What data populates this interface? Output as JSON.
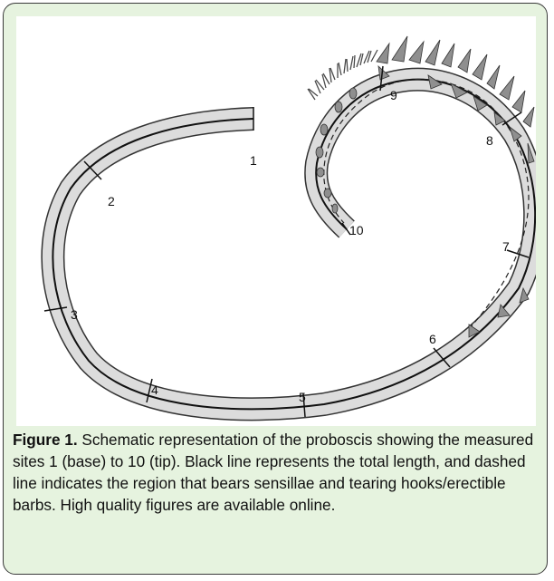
{
  "figure": {
    "site_labels": [
      "1",
      "2",
      "3",
      "4",
      "5",
      "6",
      "7",
      "8",
      "9",
      "10"
    ],
    "colors": {
      "box_background": "#e6f3df",
      "box_border": "#3a3a3a",
      "proboscis_fill": "#dcdcdc",
      "proboscis_outline": "#333333",
      "barb_fill": "#8f8f8f",
      "sensillae": "#4a4a4a"
    }
  },
  "caption": {
    "label": "Figure 1.",
    "text": "Schematic representation of the proboscis showing the measured sites 1 (base) to 10 (tip).  Black line represents the total length, and dashed line indicates the region that bears sensillae and tearing hooks/erectible barbs.  High quality figures are available online."
  }
}
